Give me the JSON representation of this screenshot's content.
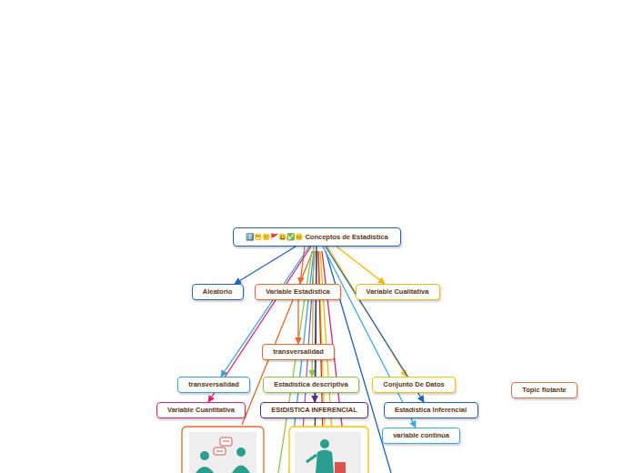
{
  "diagram": {
    "nodes": [
      {
        "text": [
          "7️⃣😬😕🚩😀✅😐 Conceptos de Estadística"
        ]
      },
      {
        "text": [
          "Aleatorio"
        ]
      },
      {
        "text": [
          "Variable Estadística"
        ]
      },
      {
        "text": [
          "Variable Cualitativa"
        ]
      },
      {
        "text": [
          "transversalidad"
        ]
      },
      {
        "text": [
          "transversalidad"
        ]
      },
      {
        "text": [
          "Estadística descriptiva"
        ]
      },
      {
        "text": [
          "Conjunto De Datos"
        ]
      },
      {
        "text": [
          "Topic flotante"
        ]
      },
      {
        "text": [
          "Variable Cuantitativa"
        ]
      },
      {
        "text": [
          "EStDISTICA INFERENCIAL"
        ]
      },
      {
        "text": [
          "Estadística Inferencial"
        ]
      },
      {
        "text": [
          "variable continua"
        ]
      }
    ],
    "edges": [
      {
        "from": 0,
        "to": 1,
        "arrow": "to"
      },
      {
        "from": 0,
        "to": 2,
        "arrow": "to"
      },
      {
        "from": 0,
        "to": 3,
        "arrow": "to"
      },
      {
        "from": 2,
        "to": 4,
        "arrow": "to"
      },
      {
        "from": 0,
        "to": 5,
        "arrow": "to"
      },
      {
        "from": 0,
        "to": 6,
        "arrow": "to"
      },
      {
        "from": 0,
        "to": 7,
        "arrow": "to"
      },
      {
        "from": 0,
        "to": 9,
        "arrow": "to"
      },
      {
        "from": 0,
        "to": 10,
        "arrow": "to"
      },
      {
        "from": 0,
        "to": 11,
        "arrow": "to"
      },
      {
        "from": 0,
        "to": 12,
        "arrow": "to"
      }
    ]
  }
}
